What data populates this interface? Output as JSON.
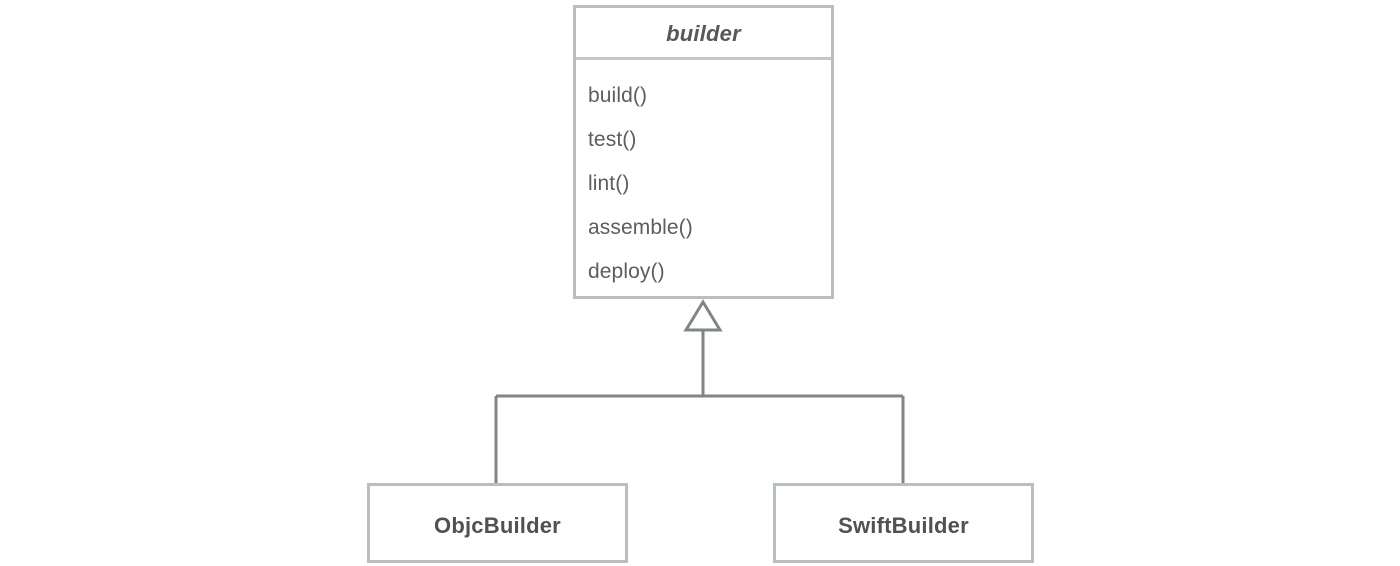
{
  "diagram": {
    "type": "uml-class-diagram",
    "relationship": "generalization",
    "parent": {
      "name": "builder",
      "stereotype": "abstract",
      "methods": [
        {
          "label": "build()"
        },
        {
          "label": "test()"
        },
        {
          "label": "lint()"
        },
        {
          "label": "assemble()"
        },
        {
          "label": "deploy()"
        }
      ]
    },
    "children": [
      {
        "name": "ObjcBuilder"
      },
      {
        "name": "SwiftBuilder"
      }
    ],
    "colors": {
      "box_border": "#b9bfc1",
      "divider": "#c2c7c9",
      "edge": "#808587",
      "title_text": "#55595b",
      "member_text": "#5a5e60",
      "leaf_text": "#4e5254",
      "background": "#ffffff"
    },
    "icons": {
      "generalization_arrow": "hollow-triangle-icon"
    }
  }
}
